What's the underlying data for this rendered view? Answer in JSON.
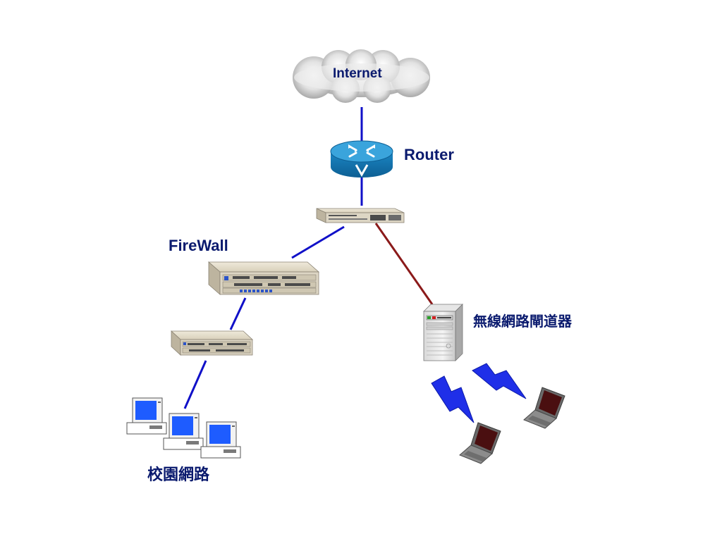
{
  "labels": {
    "internet": "Internet",
    "router": "Router",
    "firewall": "FireWall",
    "wireless_gateway": "無線網路閘道器",
    "campus_network": "校園網路"
  },
  "colors": {
    "label_text": "#0a1a6e",
    "link_blue": "#1010c8",
    "link_red": "#8b1a1a",
    "lightning": "#1f2fe8",
    "router_body": "#1b86c4",
    "device_beige": "#ddd6c4",
    "monitor_screen": "#1e5cff",
    "cloud_gray": "#a9a9a9"
  },
  "nodes": [
    {
      "id": "internet",
      "icon": "cloud-icon"
    },
    {
      "id": "router",
      "icon": "router-icon"
    },
    {
      "id": "switch-top",
      "icon": "switch-icon"
    },
    {
      "id": "firewall",
      "icon": "firewall-chassis-icon"
    },
    {
      "id": "switch-campus",
      "icon": "switch-icon"
    },
    {
      "id": "wireless-gateway",
      "icon": "server-tower-icon"
    },
    {
      "id": "campus-pcs",
      "icon": "desktop-pc-icon"
    },
    {
      "id": "laptops",
      "icon": "laptop-icon"
    }
  ],
  "links": [
    {
      "from": "internet",
      "to": "router",
      "color": "blue"
    },
    {
      "from": "router",
      "to": "switch-top",
      "color": "blue"
    },
    {
      "from": "switch-top",
      "to": "firewall",
      "color": "blue"
    },
    {
      "from": "firewall",
      "to": "switch-campus",
      "color": "blue"
    },
    {
      "from": "switch-campus",
      "to": "campus-pcs",
      "color": "blue"
    },
    {
      "from": "switch-top",
      "to": "wireless-gateway",
      "color": "red"
    }
  ]
}
